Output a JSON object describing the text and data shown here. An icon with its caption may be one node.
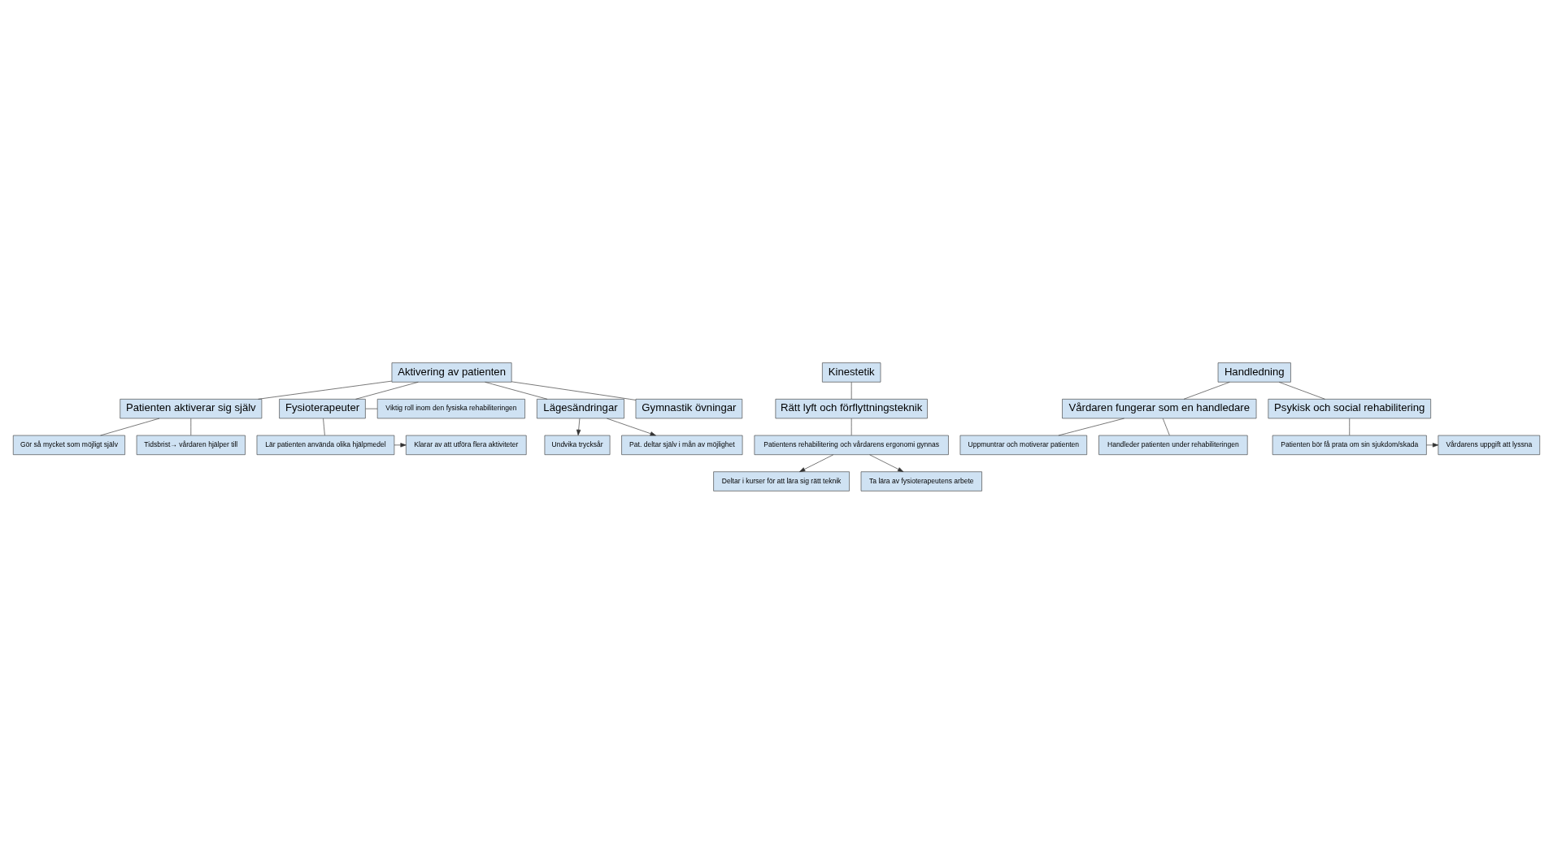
{
  "diagram": {
    "nodes": [
      {
        "text": [
          "Aktivering av patienten"
        ]
      },
      {
        "text": [
          "Patienten aktiverar sig själv"
        ]
      },
      {
        "text": [
          "Gör så mycket som möjligt själv"
        ]
      },
      {
        "text": [
          "Tidsbrist→ vårdaren hjälper till"
        ]
      },
      {
        "text": [
          "Fysioterapeuter"
        ]
      },
      {
        "text": [
          "Viktig roll inom den fysiska rehabiliteringen"
        ]
      },
      {
        "text": [
          "Lär patienten använda olika hjälpmedel"
        ]
      },
      {
        "text": [
          "Klarar av att utföra flera aktiviteter"
        ]
      },
      {
        "text": [
          "Lägesändringar"
        ]
      },
      {
        "text": [
          "Undvika trycksår"
        ]
      },
      {
        "text": [
          "Pat. deltar själv i mån av möjlighet"
        ]
      },
      {
        "text": [
          "Gymnastik övningar"
        ]
      },
      {
        "text": [
          "Kinestetik"
        ]
      },
      {
        "text": [
          "Rätt lyft och förflyttningsteknik"
        ]
      },
      {
        "text": [
          "Patientens rehabilitering och vårdarens ergonomi gynnas"
        ]
      },
      {
        "text": [
          "Deltar i kurser för att lära sig rätt teknik"
        ]
      },
      {
        "text": [
          "Ta lära av fysioterapeutens arbete"
        ]
      },
      {
        "text": [
          "Handledning"
        ]
      },
      {
        "text": [
          "Vårdaren fungerar som en handledare"
        ]
      },
      {
        "text": [
          "Uppmuntrar och motiverar patienten"
        ]
      },
      {
        "text": [
          "Handleder patienten under rehabiliteringen"
        ]
      },
      {
        "text": [
          "Psykisk och social rehabilitering"
        ]
      },
      {
        "text": [
          "Patienten bör få prata om sin sjukdom/skada"
        ]
      },
      {
        "text": [
          "Vårdarens uppgift att lyssna"
        ]
      }
    ],
    "edges": [
      {
        "from": 0,
        "to": 1,
        "arrow": "none"
      },
      {
        "from": 0,
        "to": 4,
        "arrow": "none"
      },
      {
        "from": 0,
        "to": 8,
        "arrow": "none"
      },
      {
        "from": 0,
        "to": 11,
        "arrow": "none"
      },
      {
        "from": 1,
        "to": 2,
        "arrow": "none"
      },
      {
        "from": 1,
        "to": 3,
        "arrow": "none"
      },
      {
        "from": 4,
        "to": 5,
        "arrow": "none"
      },
      {
        "from": 4,
        "to": 6,
        "arrow": "none"
      },
      {
        "from": 6,
        "to": 7,
        "arrow": "to"
      },
      {
        "from": 8,
        "to": 9,
        "arrow": "to"
      },
      {
        "from": 8,
        "to": 10,
        "arrow": "to"
      },
      {
        "from": 12,
        "to": 13,
        "arrow": "none"
      },
      {
        "from": 13,
        "to": 14,
        "arrow": "none"
      },
      {
        "from": 14,
        "to": 15,
        "arrow": "to"
      },
      {
        "from": 14,
        "to": 16,
        "arrow": "to"
      },
      {
        "from": 17,
        "to": 18,
        "arrow": "none"
      },
      {
        "from": 17,
        "to": 21,
        "arrow": "none"
      },
      {
        "from": 18,
        "to": 19,
        "arrow": "none"
      },
      {
        "from": 18,
        "to": 20,
        "arrow": "none"
      },
      {
        "from": 21,
        "to": 22,
        "arrow": "none"
      },
      {
        "from": 22,
        "to": 23,
        "arrow": "to"
      }
    ]
  }
}
